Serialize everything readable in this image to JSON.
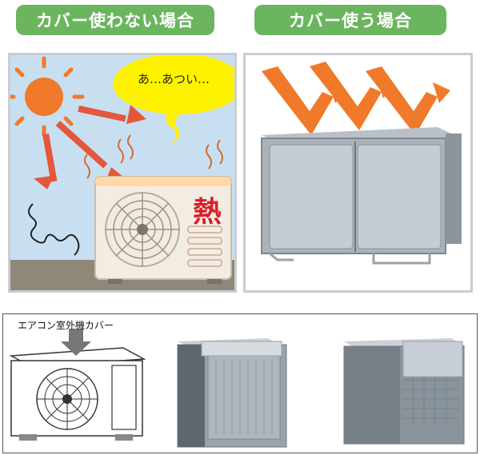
{
  "headers": {
    "without_cover": "カバー使わない場合",
    "with_cover": "カバー使う場合"
  },
  "left_panel": {
    "speech_bubble": "あ…あつい…",
    "heat_glyph": "熱"
  },
  "bottom": {
    "cover_label": "エアコン室外機カバー"
  },
  "colors": {
    "header_green": "#6cb55f",
    "sky_blue": "#c8dff2",
    "sun_orange": "#f07a2a",
    "arrow_red": "#e4573a",
    "bubble_yellow": "#fff200",
    "heat_red": "#d8202a"
  }
}
